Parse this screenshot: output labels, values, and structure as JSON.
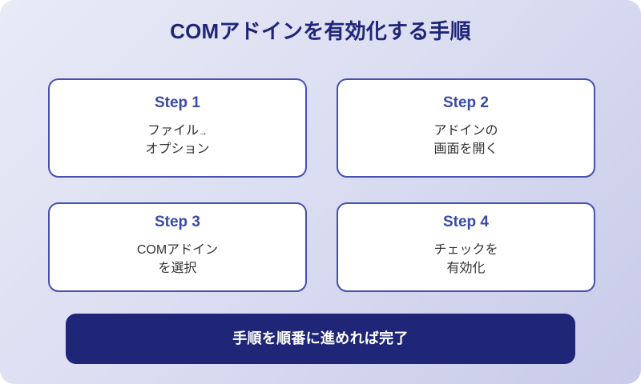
{
  "title": "COMアドインを有効化する手順",
  "theme": {
    "background_top_left": "#e9eaf6",
    "background_bottom_right": "#c8cbe9",
    "card_border": "#4650b0",
    "card_background": "#ffffff",
    "step_label_color": "#3a4aa8",
    "body_text_color": "#333333",
    "banner_background": "#1f2678",
    "banner_text_color": "#ffffff",
    "title_color": "#1f2678"
  },
  "steps": [
    {
      "label": "Step 1",
      "line1": "ファイル",
      "arrow": "→",
      "line2": "オプション"
    },
    {
      "label": "Step 2",
      "line1": "アドインの",
      "arrow": "",
      "line2": "画面を開く"
    },
    {
      "label": "Step 3",
      "line1": "COMアドイン",
      "arrow": "",
      "line2": "を選択"
    },
    {
      "label": "Step 4",
      "line1": "チェックを",
      "arrow": "",
      "line2": "有効化"
    }
  ],
  "footer": {
    "text": "手順を順番に進めれば完了"
  }
}
